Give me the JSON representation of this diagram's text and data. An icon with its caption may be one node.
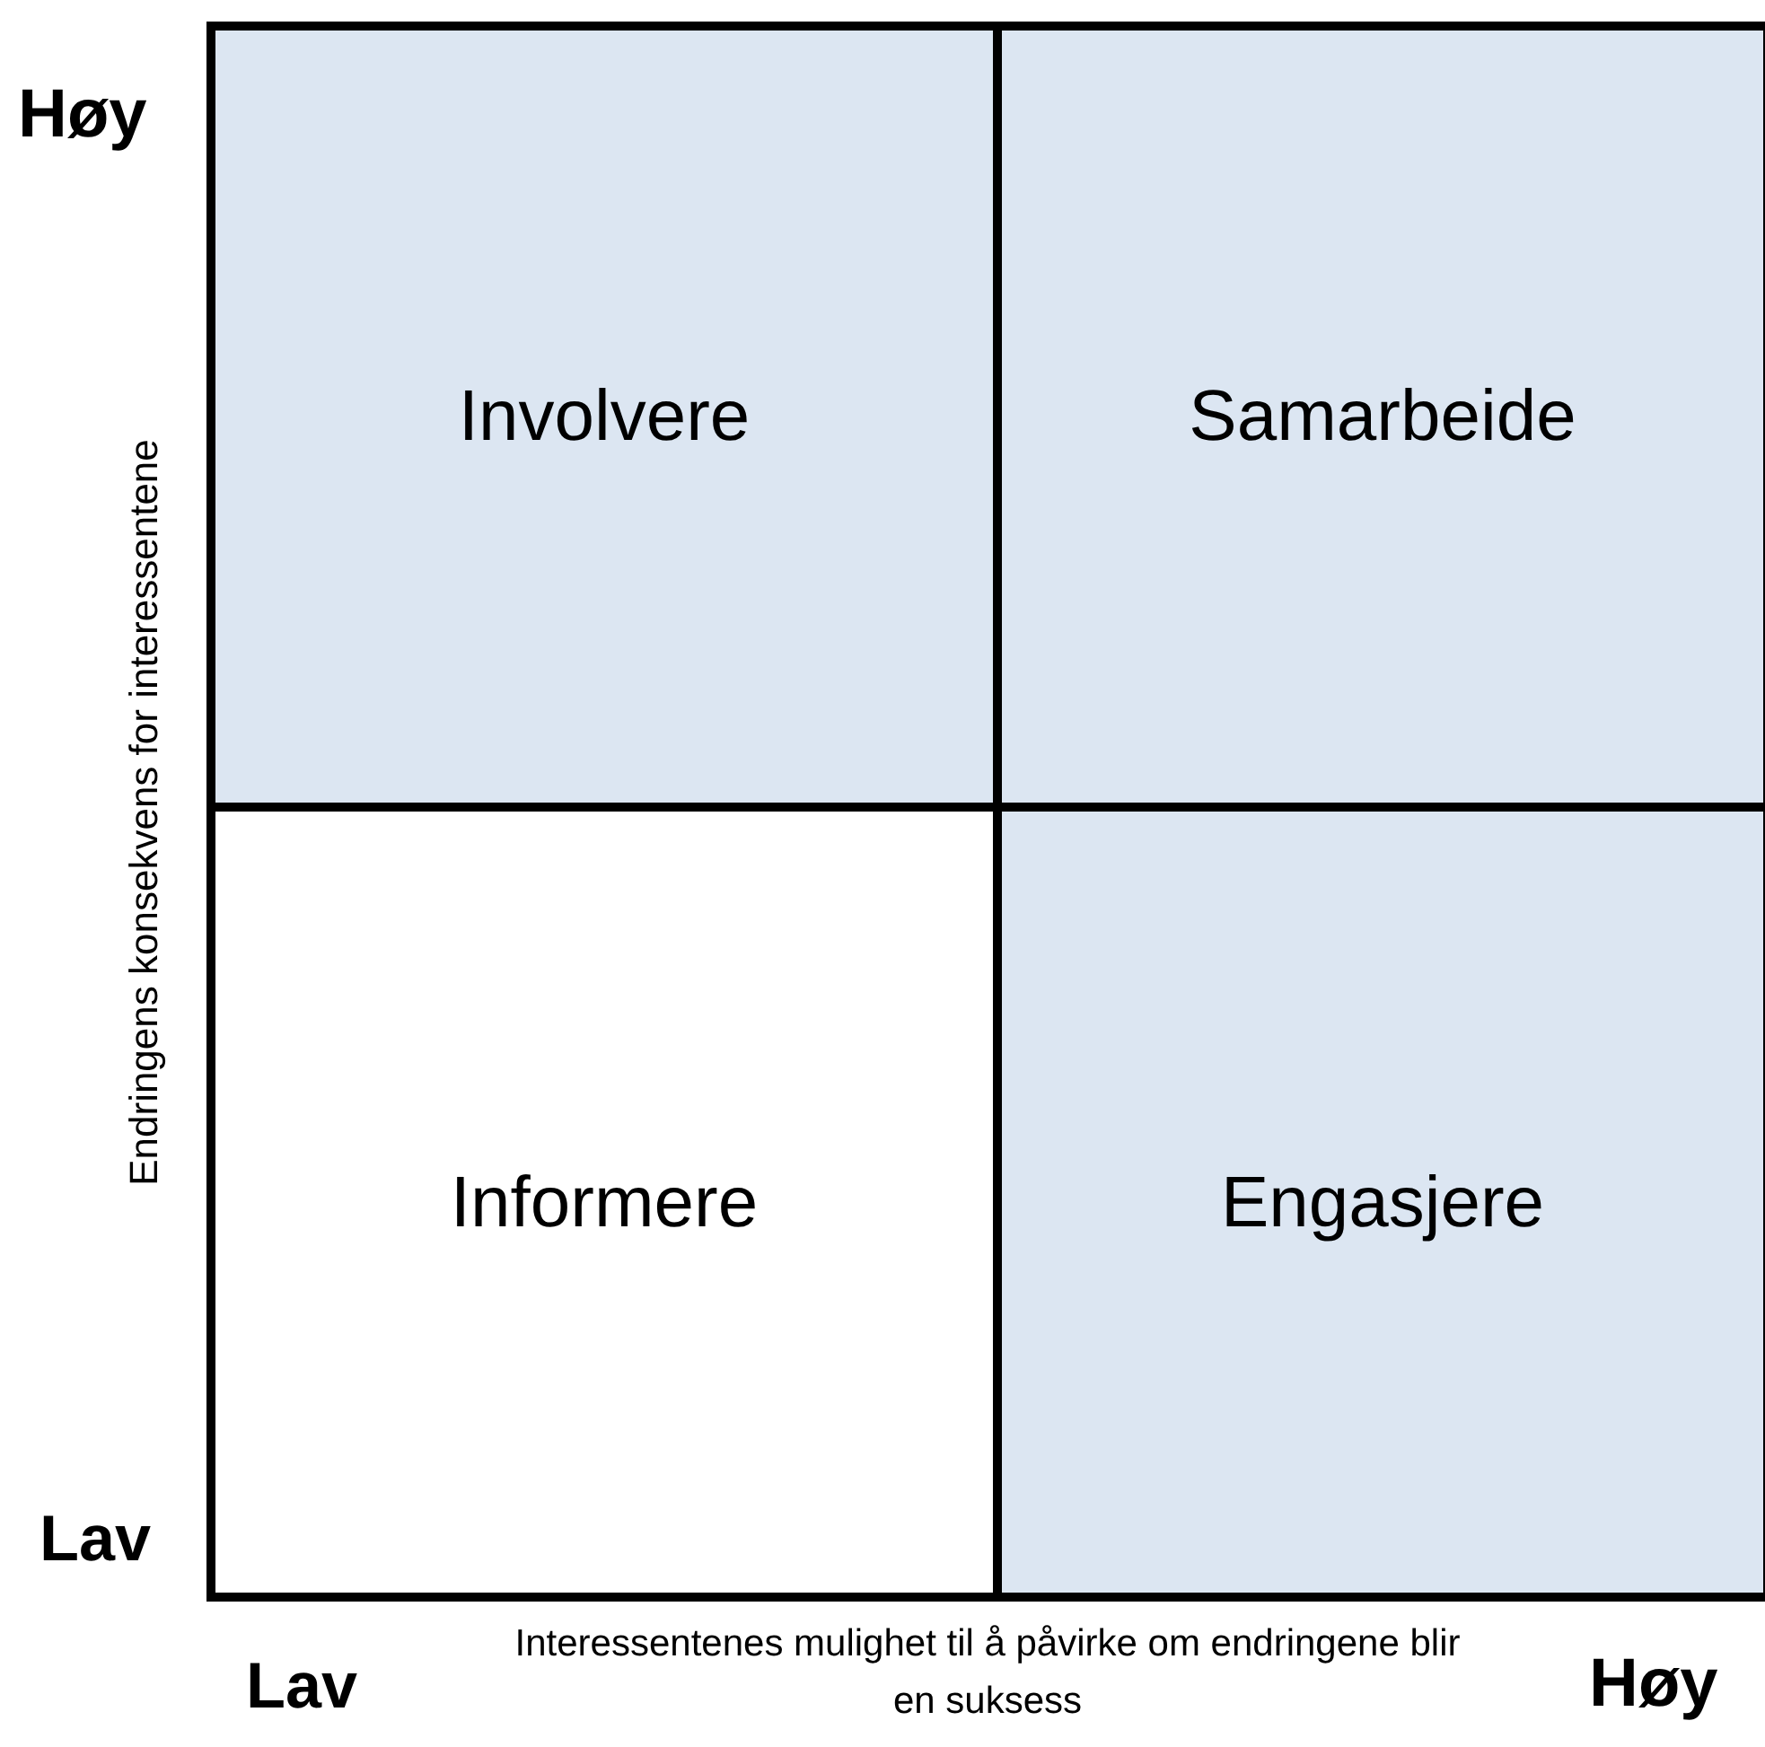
{
  "diagram": {
    "nodes": [
      {
        "text": [
          "Involvere"
        ]
      },
      {
        "text": [
          "Samarbeide"
        ]
      },
      {
        "text": [
          "Informere"
        ]
      },
      {
        "text": [
          "Engasjere"
        ]
      }
    ],
    "labels": [
      "Høy",
      "Endringens konsekvens for interessentene",
      "Lav",
      "Lav",
      "Interessentenes mulighet til å påvirke om endringene blir en suksess",
      "Høy"
    ]
  }
}
